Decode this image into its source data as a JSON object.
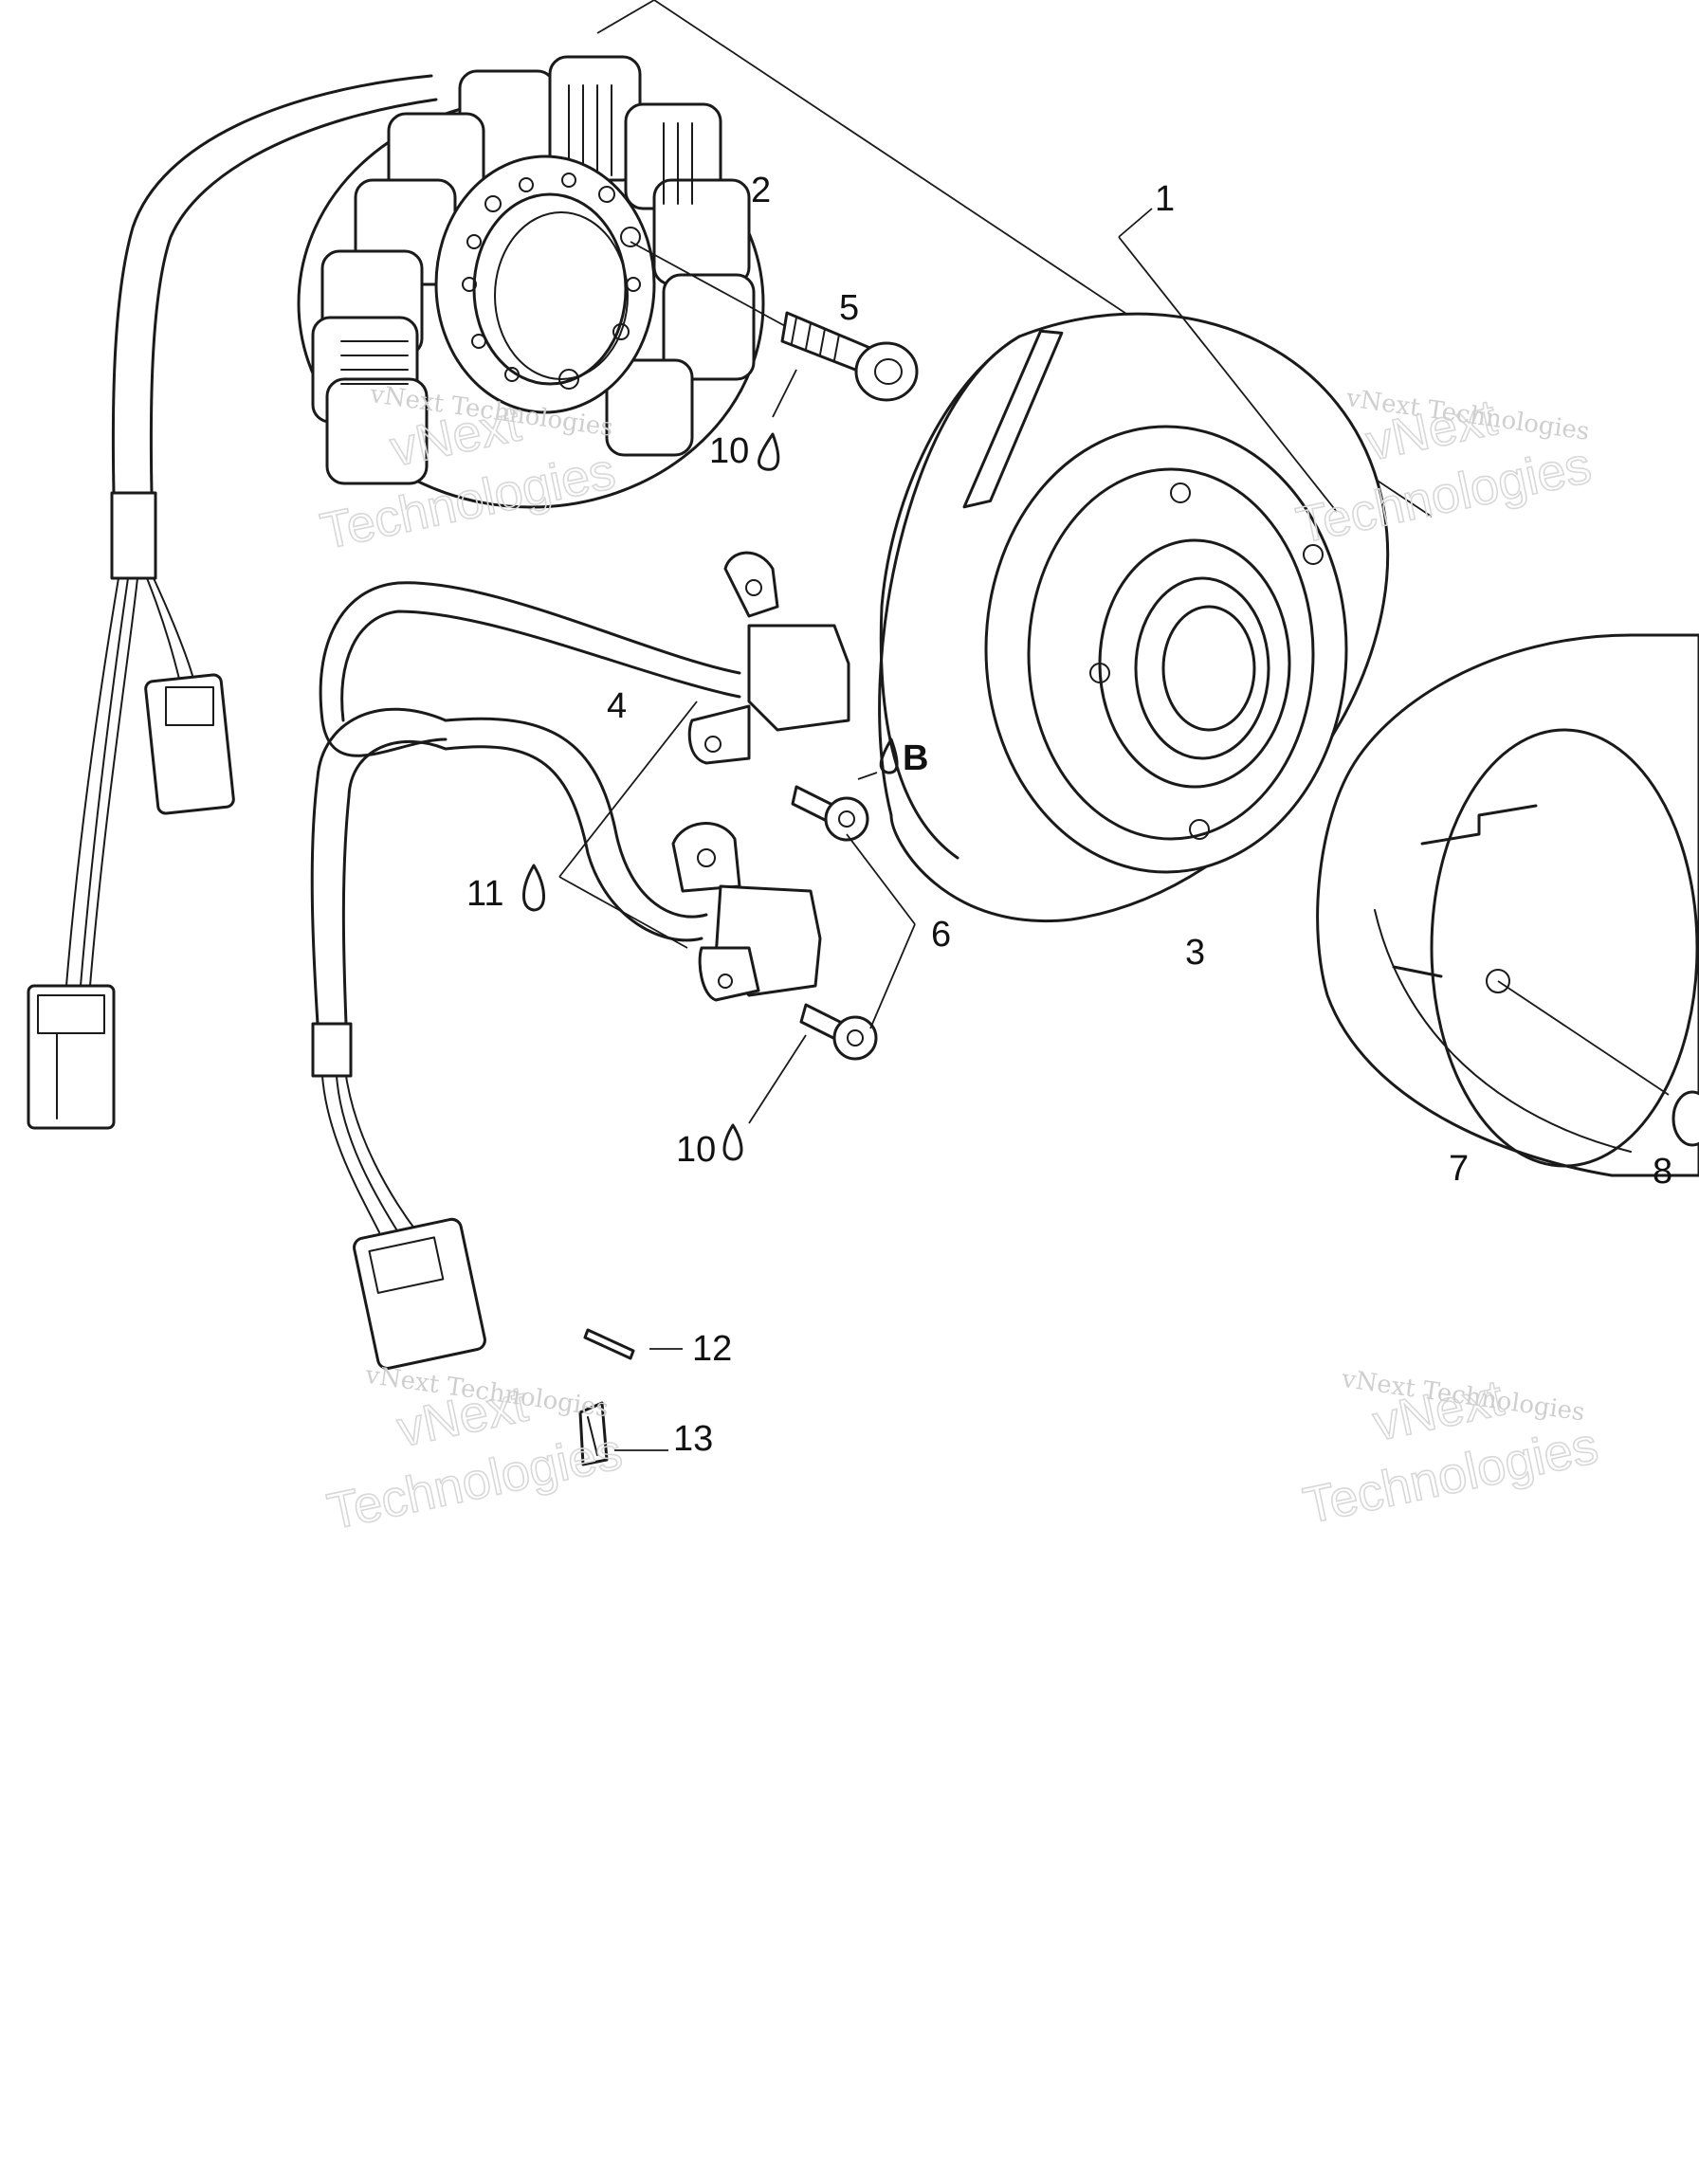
{
  "callouts": {
    "c1": "1",
    "c2": "2",
    "c3": "3",
    "c4": "4",
    "c5": "5",
    "c6": "6",
    "c7": "7",
    "c8": "8",
    "c10a": "10",
    "c10b": "10",
    "c11": "11",
    "c12": "12",
    "c13": "13",
    "cB": "B"
  },
  "watermark": {
    "line1": "vNext Technologies",
    "big1": "vNext",
    "big2": "Technologies"
  },
  "icons": {
    "drop": "drop-icon"
  }
}
